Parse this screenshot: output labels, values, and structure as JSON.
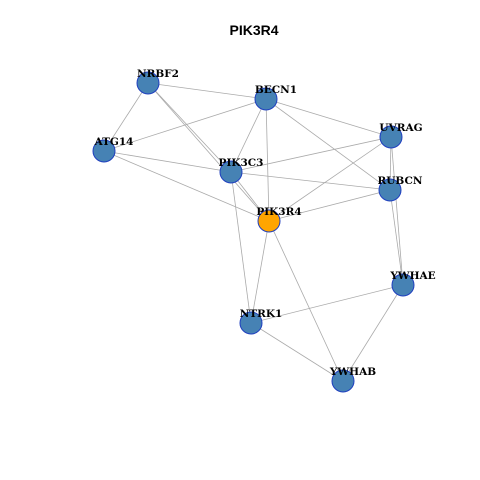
{
  "title": "PIK3R4",
  "colors": {
    "node_default": "#4682b4",
    "node_center": "#ffa500",
    "node_border": "#1f3fbf",
    "edge": "#aaaaaa"
  },
  "nodes": [
    {
      "id": "NRBF2",
      "label": "NRBF2",
      "center": false
    },
    {
      "id": "BECN1",
      "label": "BECN1",
      "center": false
    },
    {
      "id": "UVRAG",
      "label": "UVRAG",
      "center": false
    },
    {
      "id": "ATG14",
      "label": "ATG14",
      "center": false
    },
    {
      "id": "PIK3C3",
      "label": "PIK3C3",
      "center": false
    },
    {
      "id": "RUBCN",
      "label": "RUBCN",
      "center": false
    },
    {
      "id": "PIK3R4",
      "label": "PIK3R4",
      "center": true
    },
    {
      "id": "YWHAE",
      "label": "YWHAE",
      "center": false
    },
    {
      "id": "NTRK1",
      "label": "NTRK1",
      "center": false
    },
    {
      "id": "YWHAB",
      "label": "YWHAB",
      "center": false
    }
  ],
  "edges": [
    [
      "NRBF2",
      "BECN1"
    ],
    [
      "NRBF2",
      "ATG14"
    ],
    [
      "NRBF2",
      "PIK3C3"
    ],
    [
      "NRBF2",
      "PIK3R4"
    ],
    [
      "BECN1",
      "ATG14"
    ],
    [
      "BECN1",
      "UVRAG"
    ],
    [
      "BECN1",
      "PIK3C3"
    ],
    [
      "BECN1",
      "RUBCN"
    ],
    [
      "BECN1",
      "PIK3R4"
    ],
    [
      "ATG14",
      "PIK3C3"
    ],
    [
      "ATG14",
      "PIK3R4"
    ],
    [
      "UVRAG",
      "PIK3C3"
    ],
    [
      "UVRAG",
      "PIK3R4"
    ],
    [
      "UVRAG",
      "YWHAE"
    ],
    [
      "UVRAG",
      "RUBCN"
    ],
    [
      "PIK3C3",
      "RUBCN"
    ],
    [
      "PIK3C3",
      "PIK3R4"
    ],
    [
      "PIK3C3",
      "NTRK1"
    ],
    [
      "RUBCN",
      "PIK3R4"
    ],
    [
      "RUBCN",
      "YWHAE"
    ],
    [
      "PIK3R4",
      "NTRK1"
    ],
    [
      "PIK3R4",
      "YWHAB"
    ],
    [
      "YWHAE",
      "NTRK1"
    ],
    [
      "YWHAE",
      "YWHAB"
    ],
    [
      "NTRK1",
      "YWHAB"
    ]
  ]
}
